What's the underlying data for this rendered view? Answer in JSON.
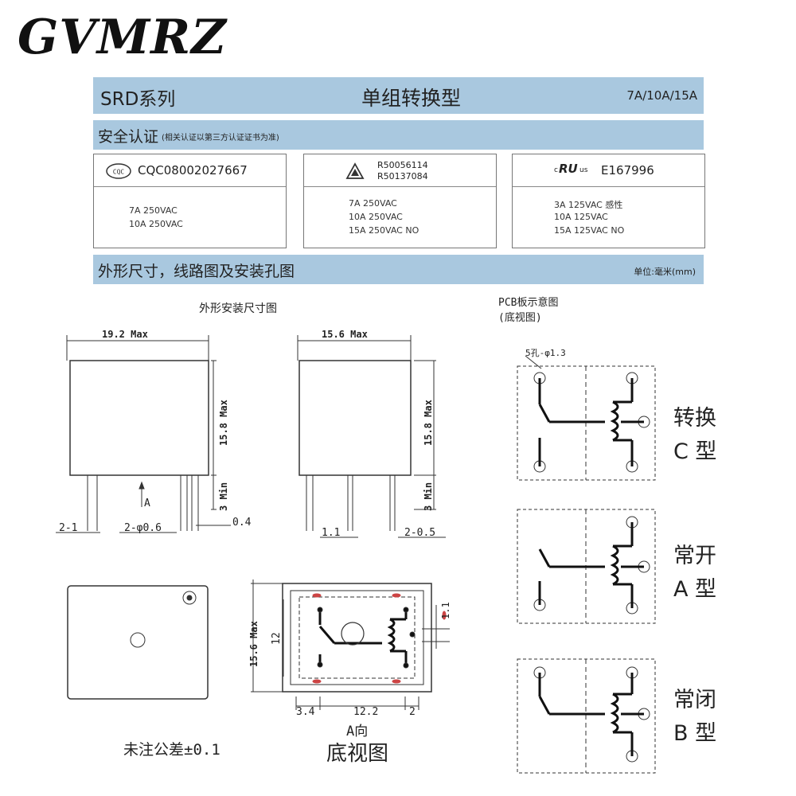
{
  "brand": "GVMRZ",
  "header": {
    "series": "SRD系列",
    "type": "单组转换型",
    "ratings": "7A/10A/15A"
  },
  "safety": {
    "title": "安全认证",
    "note": "(相关认证以第三方认证证书为准)"
  },
  "certs": [
    {
      "logo_text": "CQC",
      "code": "CQC08002027667",
      "lines": [
        "7A   250VAC",
        "10A  250VAC"
      ]
    },
    {
      "codes": [
        "R50056114",
        "R50137084"
      ],
      "lines": [
        "7A   250VAC",
        "10A  250VAC",
        "15A  250VAC  NO"
      ]
    },
    {
      "logo_prefix": "c",
      "logo_mark": "RU",
      "logo_suffix": "us",
      "code": "E167996",
      "lines": [
        "3A   125VAC  感性",
        "10A  125VAC",
        "15A  125VAC  NO"
      ]
    }
  ],
  "dims_section": {
    "title": "外形尺寸，线路图及安装孔图",
    "unit": "单位:毫米(mm)"
  },
  "outline": {
    "title": "外形安装尺寸图",
    "width_front": "19.2 Max",
    "width_side": "15.6 Max",
    "height": "15.8 Max",
    "pin_len": "3 Min",
    "a_mark": "A",
    "dim_2_1": "2-1",
    "dim_pin_dia": "2-φ0.6",
    "dim_04": "0.4",
    "dim_11": "1.1",
    "dim_2_05": "2-0.5"
  },
  "bottom": {
    "height": "15.6 Max",
    "dim_12": "12",
    "dim_11": "1.1",
    "dim_34": "3.4",
    "dim_122": "12.2",
    "dim_2": "2",
    "a_dir": "A向",
    "view": "底视图"
  },
  "tolerance": "未注公差±0.1",
  "pcb": {
    "title": "PCB板示意图",
    "subtitle": "(底视图)",
    "holes": "5孔-φ1.3",
    "types": [
      {
        "line1": "转换",
        "line2": "C 型"
      },
      {
        "line1": "常开",
        "line2": "A 型"
      },
      {
        "line1": "常闭",
        "line2": "B 型"
      }
    ]
  }
}
